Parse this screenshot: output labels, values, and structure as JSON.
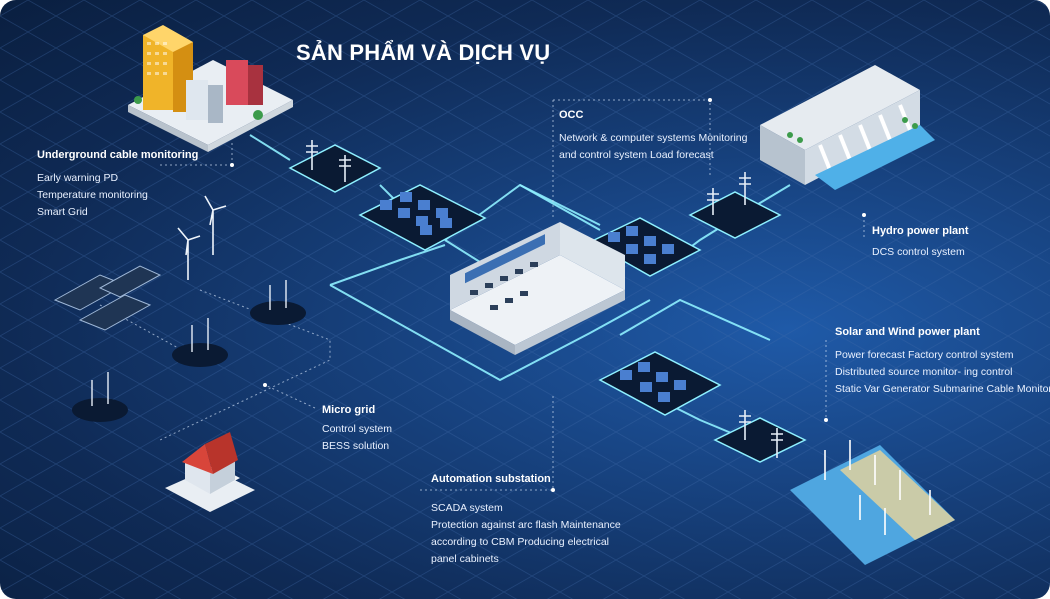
{
  "title": "SẢN PHẨM VÀ DỊCH VỤ",
  "blocks": {
    "underground": {
      "heading": "Underground cable monitoring",
      "lines": [
        "Early warning PD",
        "Temperature monitoring",
        "Smart Grid"
      ]
    },
    "occ": {
      "heading": "OCC",
      "lines": [
        "Network & computer systems Monitoring",
        "and control system Load forecast"
      ]
    },
    "hydro": {
      "heading": "Hydro power plant",
      "lines": [
        "DCS control system"
      ]
    },
    "solarwind": {
      "heading": "Solar and Wind power plant",
      "lines": [
        "Power forecast Factory control system",
        "Distributed source monitor- ing control",
        "Static Var Generator Submarine Cable Monitor"
      ]
    },
    "microgrid": {
      "heading": "Micro grid",
      "lines": [
        "Control system",
        "BESS solution"
      ]
    },
    "automation": {
      "heading": "Automation substation",
      "lines": [
        "SCADA system",
        "Protection against arc flash Maintenance",
        "according to CBM Producing electrical",
        "panel cabinets"
      ]
    }
  },
  "colors": {
    "background": "#14396e",
    "line": "#7fe3f5",
    "text": "#ffffff"
  },
  "icons": [
    "city-buildings-icon",
    "transmission-tower-icon",
    "substation-cabinets-icon",
    "control-room-icon",
    "hydro-dam-icon",
    "solar-panel-icon",
    "wind-turbine-icon",
    "house-icon",
    "offshore-wind-farm-icon"
  ]
}
